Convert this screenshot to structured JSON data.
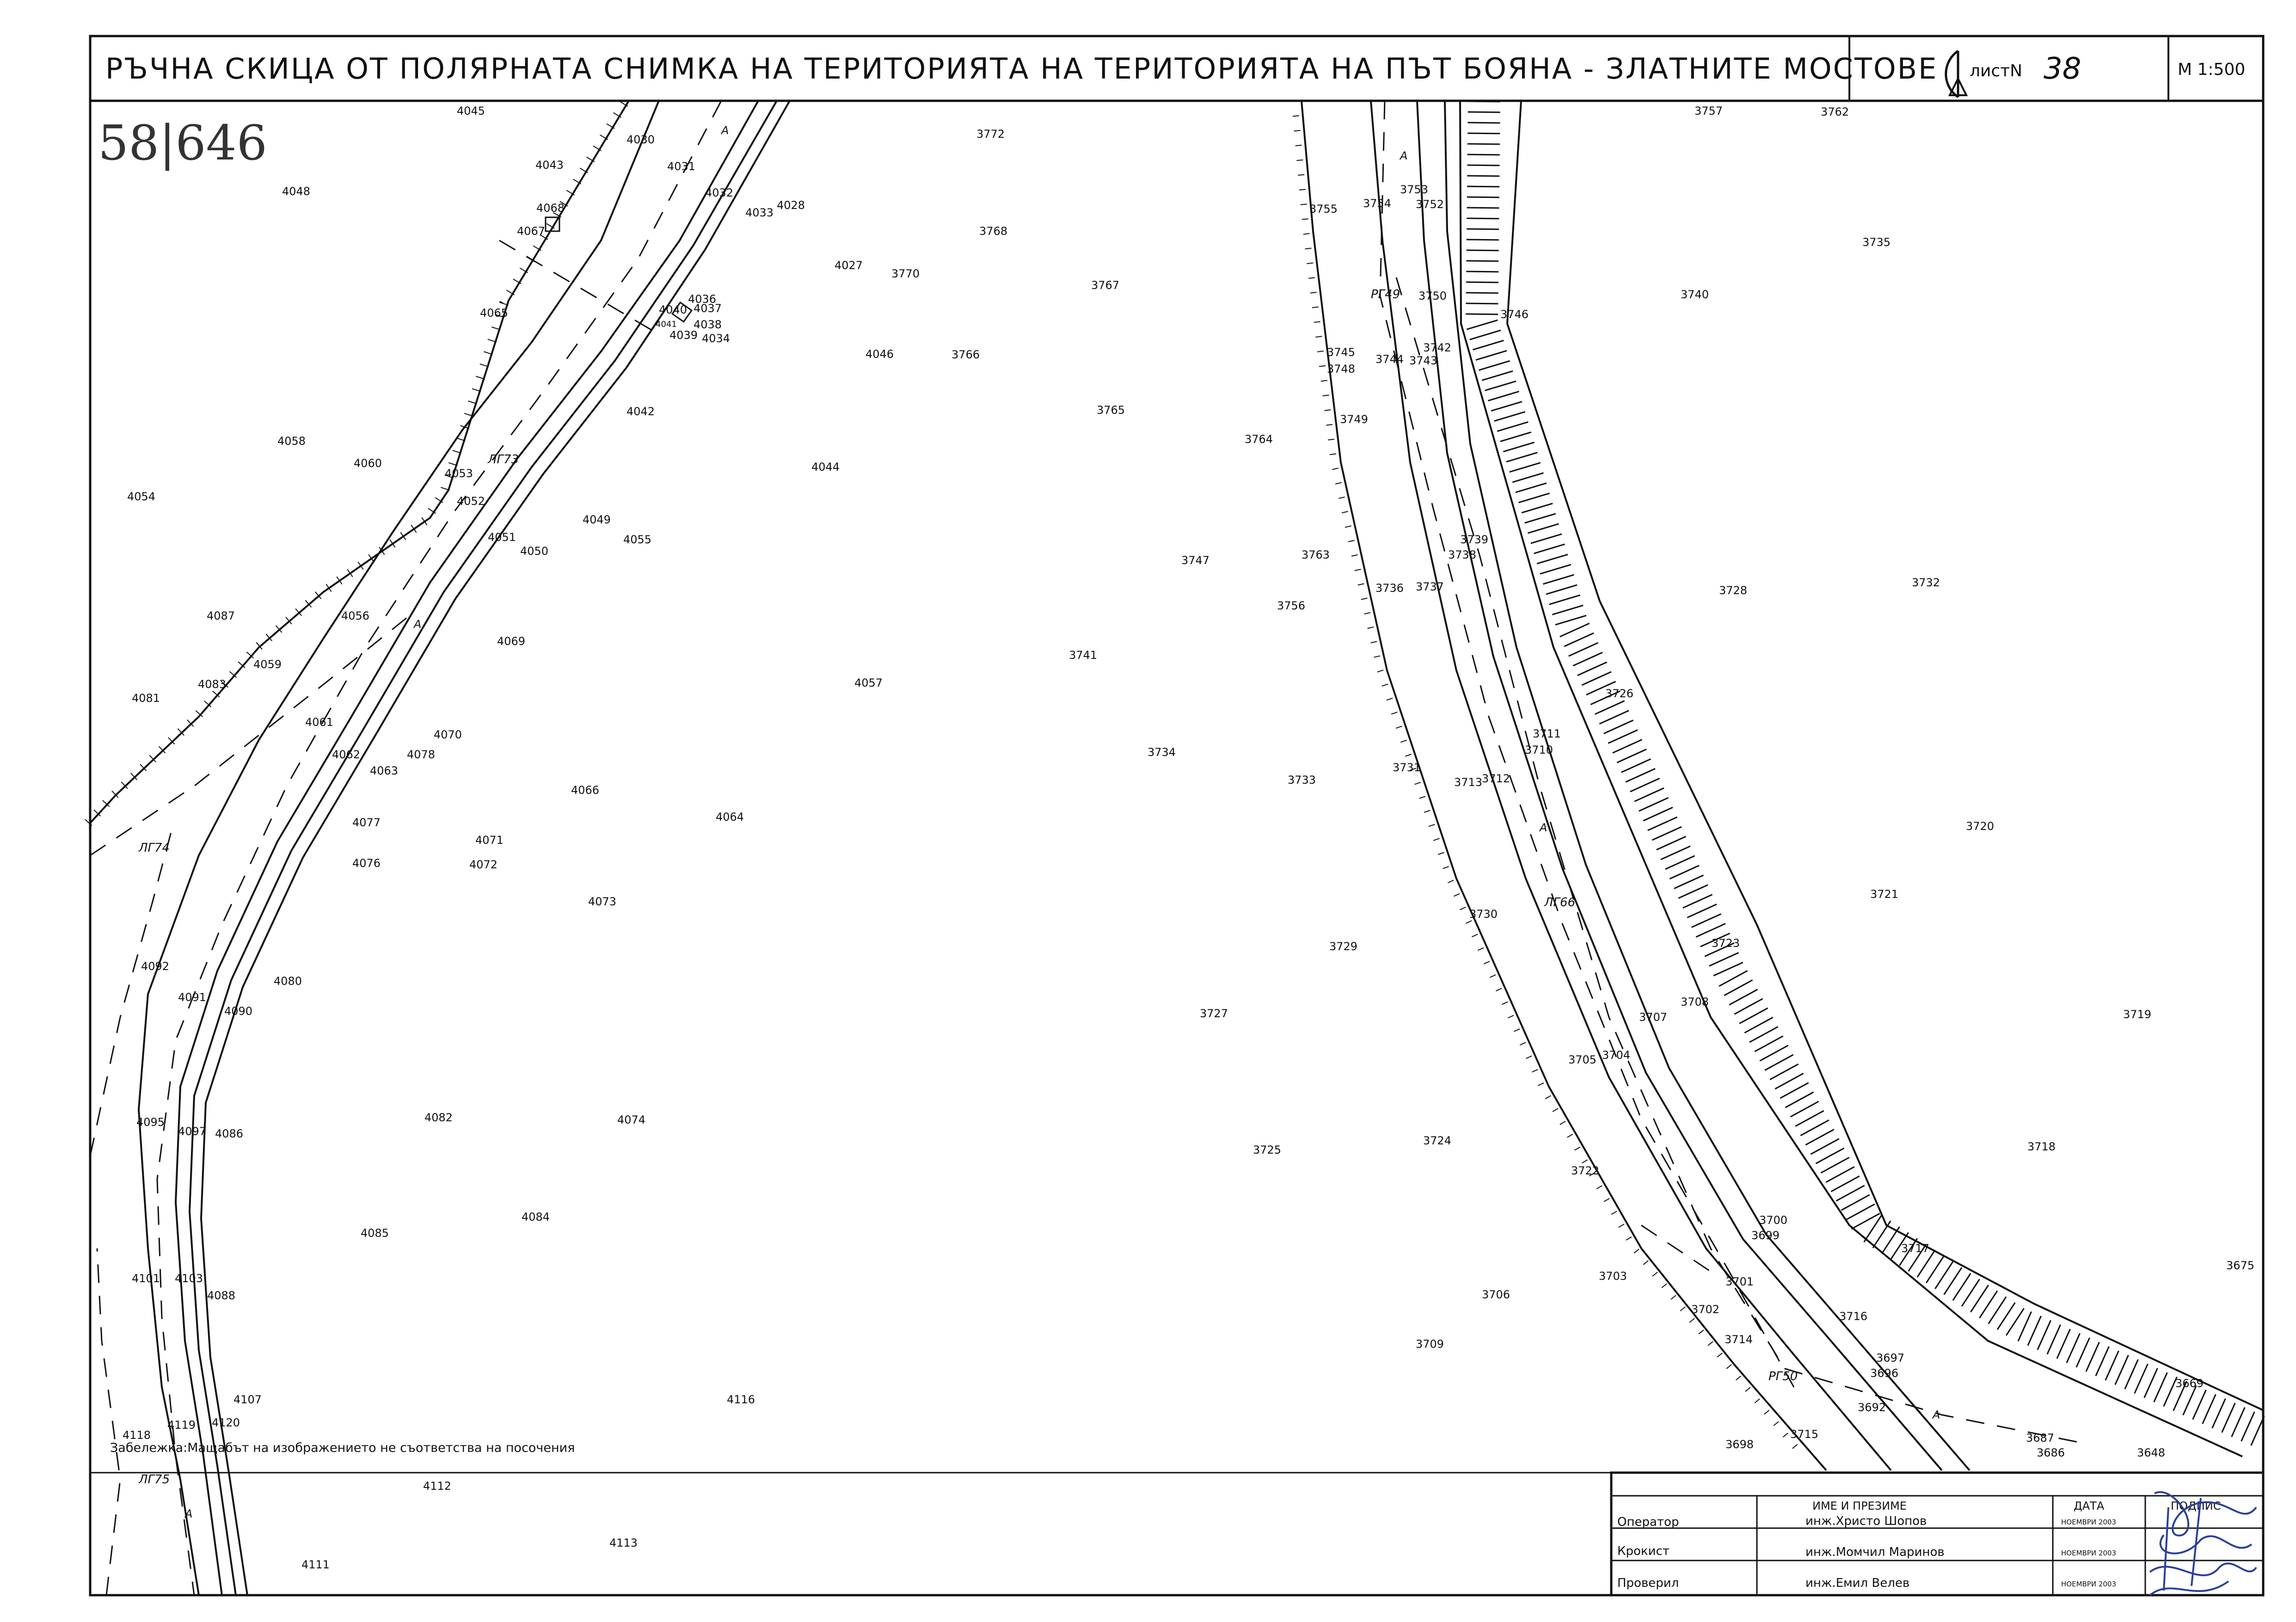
{
  "header": {
    "title": "РЪЧНА СКИЦА ОТ ПОЛЯРНАТА СНИМКА НА ТЕРИТОРИЯТА НА ТЕРИТОРИЯТА НА ПЪТ БОЯНА - ЗЛАТНИТЕ МОСТОВЕ",
    "sheet_label": "листN",
    "sheet_number": "38",
    "scale": "М 1:500"
  },
  "handwritten_ref": "58|646",
  "note": "Забележка:Мащабът на изображението не съответства на посочения",
  "station_labels": [
    "ЛГ73",
    "ЛГ74",
    "ЛГ75",
    "РГ49",
    "ЛГ66",
    "РГ50"
  ],
  "area_marks": [
    "А",
    "А",
    "А",
    "А",
    "А",
    "А"
  ],
  "point_labels": {
    "p4045": "4045",
    "p4043": "4043",
    "p4030": "4030",
    "p4031": "4031",
    "p4048": "4048",
    "p4068": "4068",
    "p4067": "4067",
    "p4032": "4032",
    "p4033": "4033",
    "p4028": "4028",
    "p4027": "4027",
    "p4065": "4065",
    "p4036": "4036",
    "p4040": "4040",
    "p4037": "4037",
    "p4041": "4041",
    "p4038": "4038",
    "p4039": "4039",
    "p4034": "4034",
    "p4046": "4046",
    "p4042": "4042",
    "p4058": "4058",
    "p4060": "4060",
    "p4053": "4053",
    "p4052": "4052",
    "p4044": "4044",
    "p4054": "4054",
    "p4049": "4049",
    "p4051": "4051",
    "p4055": "4055",
    "p4050": "4050",
    "p4087": "4087",
    "p4056": "4056",
    "p4069": "4069",
    "p4083": "4083",
    "p4059": "4059",
    "p4081": "4081",
    "p4057": "4057",
    "p4061": "4061",
    "p4070": "4070",
    "p4062": "4062",
    "p4078": "4078",
    "p4063": "4063",
    "p4066": "4066",
    "p4064": "4064",
    "p4077": "4077",
    "p4071": "4071",
    "p4076": "4076",
    "p4072": "4072",
    "p4073": "4073",
    "p4092": "4092",
    "p4080": "4080",
    "p4091": "4091",
    "p4090": "4090",
    "p4095": "4095",
    "p4097": "4097",
    "p4086": "4086",
    "p4082": "4082",
    "p4074": "4074",
    "p4084": "4084",
    "p4085": "4085",
    "p4101": "4101",
    "p4103": "4103",
    "p4088": "4088",
    "p4107": "4107",
    "p4116": "4116",
    "p4118": "4118",
    "p4119": "4119",
    "p4120": "4120",
    "p4112": "4112",
    "p4111": "4111",
    "p4113": "4113",
    "p3772": "3772",
    "p3768": "3768",
    "p3770": "3770",
    "p3767": "3767",
    "p3766": "3766",
    "p3765": "3765",
    "p3764": "3764",
    "p3747": "3747",
    "p3763": "3763",
    "p3756": "3756",
    "p3741": "3741",
    "p3734": "3734",
    "p3733": "3733",
    "p3729": "3729",
    "p3727": "3727",
    "p3725": "3725",
    "p3724": "3724",
    "p3755": "3755",
    "p3754": "3754",
    "p3753": "3753",
    "p3752": "3752",
    "p3750": "3750",
    "p3745": "3745",
    "p3748": "3748",
    "p3744": "3744",
    "p3743": "3743",
    "p3742": "3742",
    "p3749": "3749",
    "p3739": "3739",
    "p3738": "3738",
    "p3736": "3736",
    "p3737": "3737",
    "p3731": "3731",
    "p3713": "3713",
    "p3712": "3712",
    "p3711": "3711",
    "p3710": "3710",
    "p3730": "3730",
    "p3707": "3707",
    "p3708": "3708",
    "p3705": "3705",
    "p3704": "3704",
    "p3722": "3722",
    "p3700": "3700",
    "p3699": "3699",
    "p3703": "3703",
    "p3701": "3701",
    "p3706": "3706",
    "p3702": "3702",
    "p3709": "3709",
    "p3714": "3714",
    "p3698": "3698",
    "p3715": "3715",
    "p3716": "3716",
    "p3697": "3697",
    "p3696": "3696",
    "p3692": "3692",
    "p3687": "3687",
    "p3686": "3686",
    "p3648": "3648",
    "p3757": "3757",
    "p3762": "3762",
    "p3746": "3746",
    "p3735": "3735",
    "p3740": "3740",
    "p3728": "3728",
    "p3732": "3732",
    "p3726": "3726",
    "p3720": "3720",
    "p3721": "3721",
    "p3723": "3723",
    "p3719": "3719",
    "p3718": "3718",
    "p3717": "3717",
    "p3675": "3675",
    "p3669": "3669"
  },
  "signature_table": {
    "col_name": "ИМЕ И ПРЕЗИМЕ",
    "col_date": "ДАТА",
    "col_sign": "ПОДПИС",
    "rows": [
      {
        "role": "Оператор",
        "name": "инж.Христо Шопов",
        "date": "НОЕМВРИ 2003"
      },
      {
        "role": "Крокист",
        "name": "инж.Момчил Маринов",
        "date": "НОЕМВРИ 2003"
      },
      {
        "role": "Проверил",
        "name": "инж.Емил Велев",
        "date": "НОЕМВРИ 2003"
      }
    ]
  },
  "colors": {
    "ink": "#111111",
    "signature": "#2a3f9a",
    "paper": "#ffffff"
  }
}
